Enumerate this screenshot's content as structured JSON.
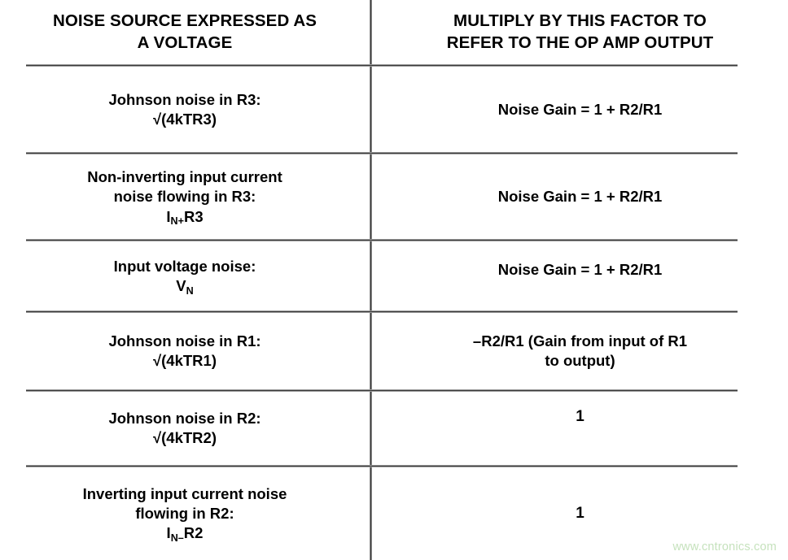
{
  "table": {
    "headers": [
      {
        "id": "col-noise-source",
        "lines": [
          "NOISE SOURCE EXPRESSED AS",
          "A VOLTAGE"
        ]
      },
      {
        "id": "col-multiply-factor",
        "lines": [
          "MULTIPLY BY THIS FACTOR TO",
          "REFER TO THE OP AMP OUTPUT"
        ]
      }
    ],
    "rows": [
      {
        "id": "row-johnson-r3",
        "source": {
          "line1": "Johnson noise in R3:",
          "line2": "√(4kTR3)"
        },
        "factor": {
          "line1": "Noise Gain = 1 + R2/R1"
        }
      },
      {
        "id": "row-noninverting-input-current",
        "source": {
          "line1": "Non-inverting input current",
          "line2": "noise flowing in R3:",
          "sym_base": "I",
          "sym_sub": "N+",
          "sym_tail": "R3"
        },
        "factor": {
          "line1": "Noise Gain = 1 + R2/R1"
        }
      },
      {
        "id": "row-input-voltage-noise",
        "source": {
          "line1": "Input voltage noise:",
          "sym_base": "V",
          "sym_sub": "N",
          "sym_tail": ""
        },
        "factor": {
          "line1": "Noise Gain = 1 + R2/R1"
        }
      },
      {
        "id": "row-johnson-r1",
        "source": {
          "line1": "Johnson noise in R1:",
          "line2": "√(4kTR1)"
        },
        "factor": {
          "line1": "–R2/R1 (Gain from input of R1",
          "line2": "to output)"
        }
      },
      {
        "id": "row-johnson-r2",
        "source": {
          "line1": "Johnson noise in R2:",
          "line2": "√(4kTR2)"
        },
        "factor": {
          "line1": "1"
        }
      },
      {
        "id": "row-inverting-input-current",
        "source": {
          "line1": "Inverting input current noise",
          "line2": "flowing in R2:",
          "sym_base": "I",
          "sym_sub": "N–",
          "sym_tail": "R2"
        },
        "factor": {
          "line1": "1"
        }
      }
    ]
  },
  "watermark": {
    "text": "www.cntronics.com",
    "color": "#c6e2bd"
  },
  "colors": {
    "rule": "#3a3a3a",
    "text": "#000000",
    "background": "#ffffff"
  }
}
